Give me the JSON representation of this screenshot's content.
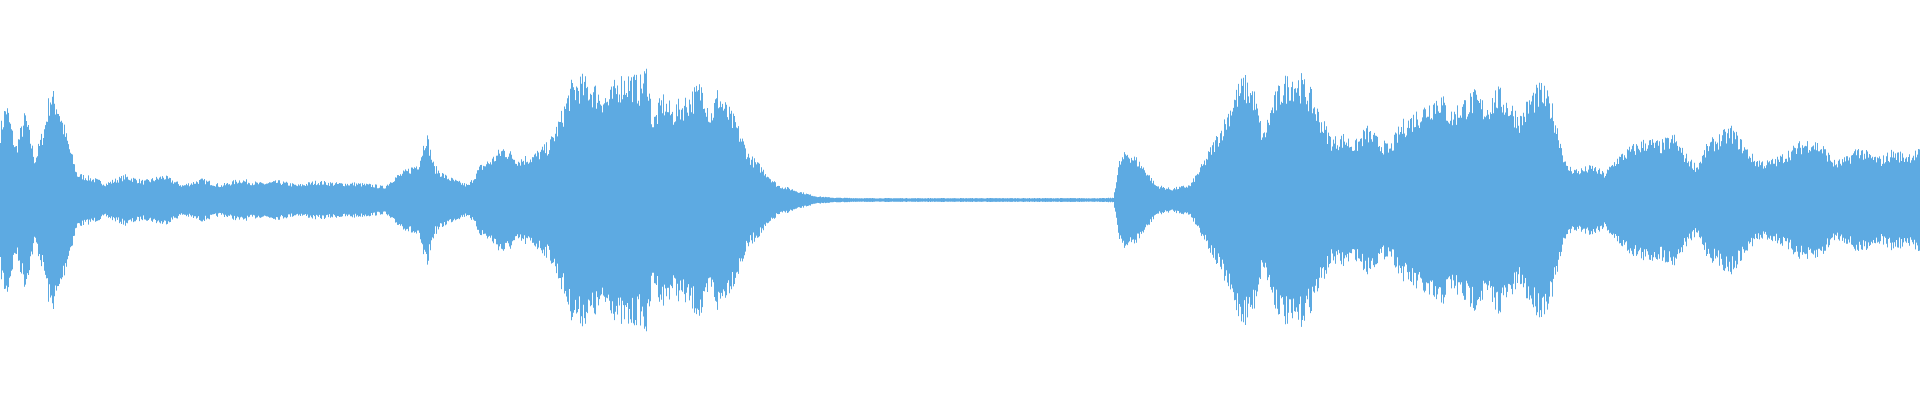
{
  "waveform": {
    "color": "#5DAAE2",
    "background": "#FFFFFF",
    "amplitude_envelope": [
      [
        0.0,
        0.38
      ],
      [
        0.003,
        0.52
      ],
      [
        0.008,
        0.28
      ],
      [
        0.013,
        0.46
      ],
      [
        0.018,
        0.22
      ],
      [
        0.023,
        0.4
      ],
      [
        0.026,
        0.58
      ],
      [
        0.03,
        0.52
      ],
      [
        0.034,
        0.36
      ],
      [
        0.04,
        0.14
      ],
      [
        0.047,
        0.12
      ],
      [
        0.055,
        0.09
      ],
      [
        0.065,
        0.13
      ],
      [
        0.075,
        0.1
      ],
      [
        0.085,
        0.13
      ],
      [
        0.095,
        0.08
      ],
      [
        0.105,
        0.11
      ],
      [
        0.115,
        0.08
      ],
      [
        0.125,
        0.11
      ],
      [
        0.135,
        0.09
      ],
      [
        0.145,
        0.1
      ],
      [
        0.155,
        0.08
      ],
      [
        0.165,
        0.1
      ],
      [
        0.175,
        0.09
      ],
      [
        0.185,
        0.09
      ],
      [
        0.195,
        0.08
      ],
      [
        0.2,
        0.07
      ],
      [
        0.205,
        0.12
      ],
      [
        0.212,
        0.16
      ],
      [
        0.218,
        0.2
      ],
      [
        0.222,
        0.36
      ],
      [
        0.226,
        0.18
      ],
      [
        0.232,
        0.13
      ],
      [
        0.238,
        0.1
      ],
      [
        0.244,
        0.08
      ],
      [
        0.25,
        0.18
      ],
      [
        0.256,
        0.22
      ],
      [
        0.262,
        0.28
      ],
      [
        0.27,
        0.22
      ],
      [
        0.278,
        0.24
      ],
      [
        0.286,
        0.3
      ],
      [
        0.292,
        0.44
      ],
      [
        0.297,
        0.6
      ],
      [
        0.302,
        0.64
      ],
      [
        0.307,
        0.62
      ],
      [
        0.312,
        0.58
      ],
      [
        0.317,
        0.55
      ],
      [
        0.322,
        0.64
      ],
      [
        0.328,
        0.66
      ],
      [
        0.333,
        0.62
      ],
      [
        0.337,
        0.7
      ],
      [
        0.34,
        0.42
      ],
      [
        0.345,
        0.55
      ],
      [
        0.35,
        0.48
      ],
      [
        0.355,
        0.52
      ],
      [
        0.36,
        0.56
      ],
      [
        0.366,
        0.62
      ],
      [
        0.37,
        0.46
      ],
      [
        0.374,
        0.58
      ],
      [
        0.378,
        0.5
      ],
      [
        0.383,
        0.42
      ],
      [
        0.39,
        0.24
      ],
      [
        0.398,
        0.16
      ],
      [
        0.405,
        0.08
      ],
      [
        0.412,
        0.06
      ],
      [
        0.418,
        0.04
      ],
      [
        0.425,
        0.02
      ],
      [
        0.435,
        0.012
      ],
      [
        0.45,
        0.01
      ],
      [
        0.5,
        0.01
      ],
      [
        0.55,
        0.01
      ],
      [
        0.575,
        0.01
      ],
      [
        0.58,
        0.012
      ],
      [
        0.583,
        0.2
      ],
      [
        0.587,
        0.26
      ],
      [
        0.592,
        0.22
      ],
      [
        0.597,
        0.16
      ],
      [
        0.602,
        0.08
      ],
      [
        0.61,
        0.06
      ],
      [
        0.62,
        0.08
      ],
      [
        0.627,
        0.2
      ],
      [
        0.633,
        0.32
      ],
      [
        0.638,
        0.42
      ],
      [
        0.643,
        0.56
      ],
      [
        0.648,
        0.64
      ],
      [
        0.653,
        0.58
      ],
      [
        0.658,
        0.34
      ],
      [
        0.663,
        0.52
      ],
      [
        0.668,
        0.62
      ],
      [
        0.673,
        0.66
      ],
      [
        0.678,
        0.64
      ],
      [
        0.683,
        0.56
      ],
      [
        0.688,
        0.44
      ],
      [
        0.694,
        0.32
      ],
      [
        0.7,
        0.34
      ],
      [
        0.706,
        0.3
      ],
      [
        0.712,
        0.38
      ],
      [
        0.718,
        0.32
      ],
      [
        0.724,
        0.28
      ],
      [
        0.73,
        0.4
      ],
      [
        0.735,
        0.44
      ],
      [
        0.74,
        0.48
      ],
      [
        0.745,
        0.52
      ],
      [
        0.75,
        0.56
      ],
      [
        0.756,
        0.46
      ],
      [
        0.762,
        0.52
      ],
      [
        0.768,
        0.56
      ],
      [
        0.774,
        0.5
      ],
      [
        0.78,
        0.58
      ],
      [
        0.786,
        0.52
      ],
      [
        0.792,
        0.44
      ],
      [
        0.798,
        0.56
      ],
      [
        0.803,
        0.6
      ],
      [
        0.808,
        0.52
      ],
      [
        0.812,
        0.36
      ],
      [
        0.816,
        0.18
      ],
      [
        0.822,
        0.16
      ],
      [
        0.83,
        0.18
      ],
      [
        0.836,
        0.14
      ],
      [
        0.842,
        0.22
      ],
      [
        0.85,
        0.28
      ],
      [
        0.858,
        0.32
      ],
      [
        0.865,
        0.3
      ],
      [
        0.872,
        0.34
      ],
      [
        0.878,
        0.24
      ],
      [
        0.884,
        0.18
      ],
      [
        0.89,
        0.3
      ],
      [
        0.896,
        0.34
      ],
      [
        0.902,
        0.38
      ],
      [
        0.908,
        0.3
      ],
      [
        0.914,
        0.22
      ],
      [
        0.92,
        0.2
      ],
      [
        0.926,
        0.22
      ],
      [
        0.932,
        0.26
      ],
      [
        0.938,
        0.3
      ],
      [
        0.944,
        0.32
      ],
      [
        0.95,
        0.28
      ],
      [
        0.956,
        0.2
      ],
      [
        0.962,
        0.22
      ],
      [
        0.968,
        0.28
      ],
      [
        0.974,
        0.24
      ],
      [
        0.98,
        0.22
      ],
      [
        0.986,
        0.26
      ],
      [
        0.992,
        0.24
      ],
      [
        1.0,
        0.26
      ]
    ]
  }
}
